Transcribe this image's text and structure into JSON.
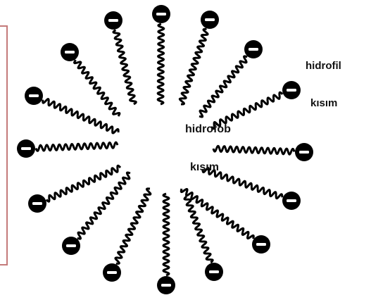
{
  "diagram": {
    "labels": {
      "hydrophilic_word": "hidrofil",
      "hydrophilic_suffix": "kısım",
      "hydrophobic_word": "hidrofob",
      "hydrophobic_suffix": "kısım"
    },
    "molecule_count": 16,
    "head_charge_symbol": "−",
    "colors": {
      "head_fill": "#000000",
      "head_highlight": "#ffffff",
      "tail_stroke": "#000000",
      "frame_border": "#c47a7a",
      "background": "#ffffff"
    }
  }
}
